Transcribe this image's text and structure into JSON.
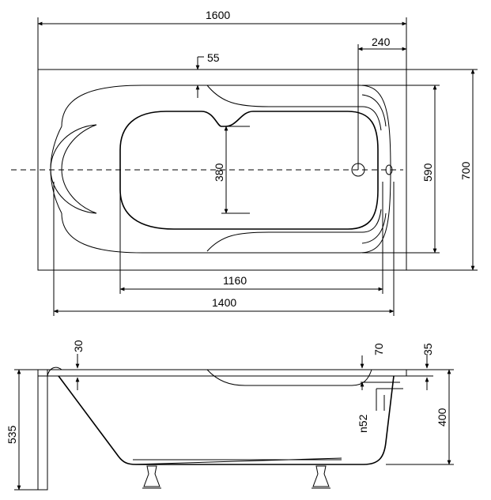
{
  "top_view": {
    "overall_length": "1600",
    "overall_width": "700",
    "inner_width": "590",
    "inner_length": "1400",
    "bottom_length": "1160",
    "bottom_width": "380",
    "drain_offset": "240",
    "rim_width": "55"
  },
  "side_view": {
    "rim_top": "30",
    "total_height": "535",
    "depth": "400",
    "overflow_offset": "70",
    "rim_right": "35",
    "drain_size": "n52"
  }
}
